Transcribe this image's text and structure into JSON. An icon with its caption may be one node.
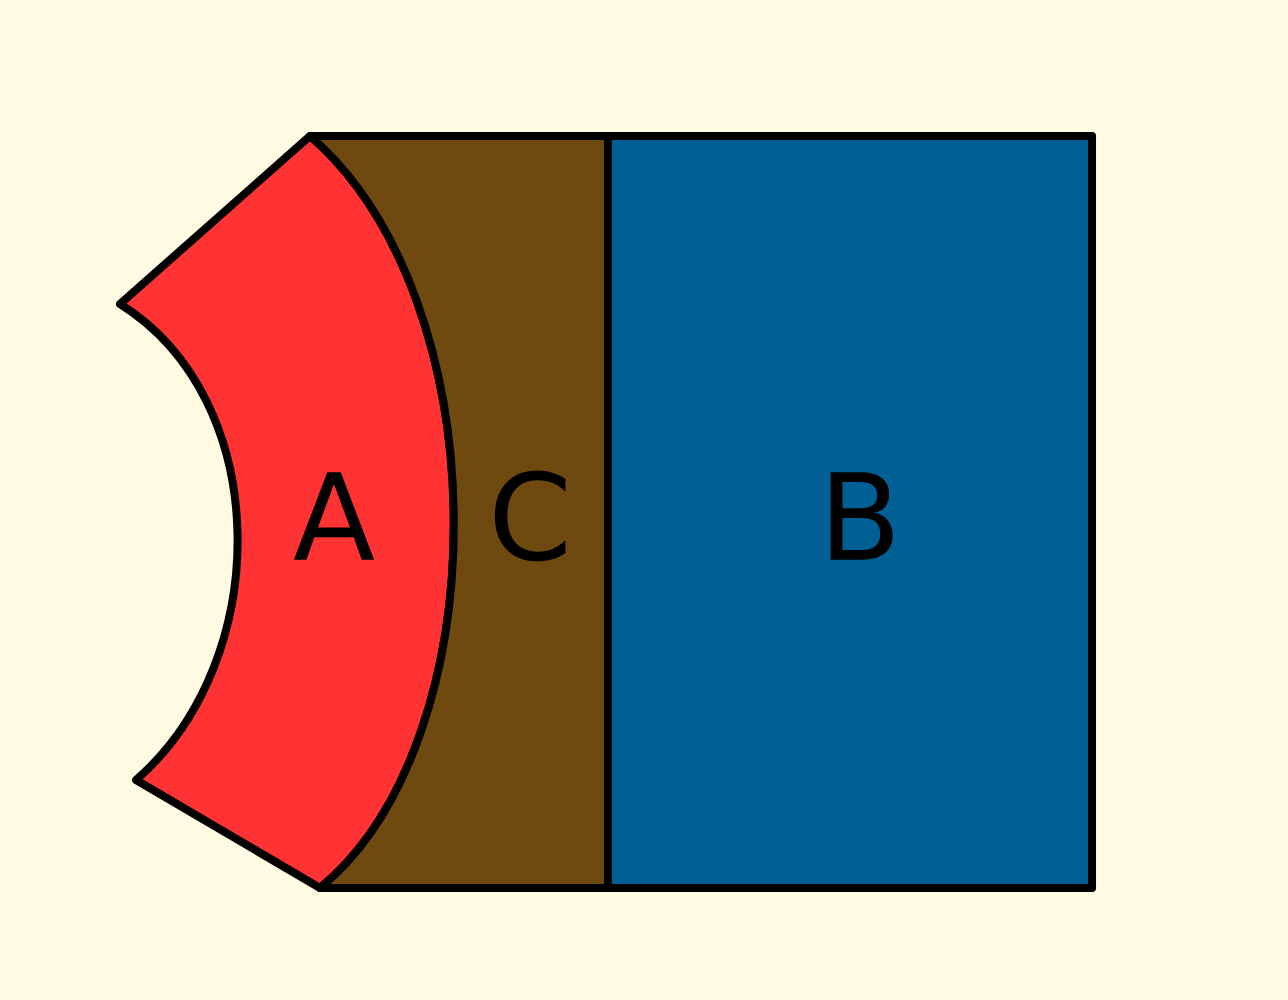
{
  "diagram": {
    "nodes": [
      {
        "text": [
          "A"
        ]
      },
      {
        "text": [
          "C"
        ]
      },
      {
        "text": [
          "B"
        ]
      }
    ]
  }
}
